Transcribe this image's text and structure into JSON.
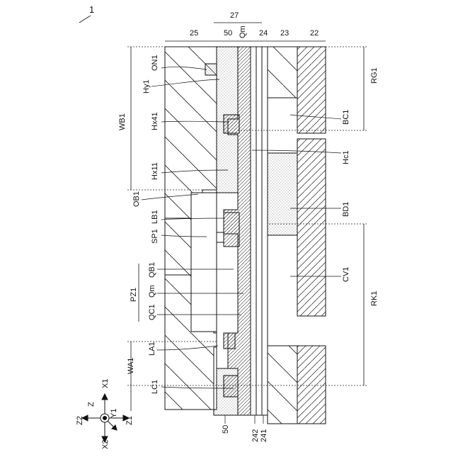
{
  "figure_ref": "1",
  "top_dims": {
    "l25": "25",
    "l27": "27",
    "l50_top": "50",
    "lQm_top": "Qm",
    "l24": "24",
    "l23": "23",
    "l22": "22"
  },
  "left_labels": {
    "ON1": "ON1",
    "Hy1": "Hy1",
    "WB1": "WB1",
    "Hx41": "Hx41",
    "Hx11": "Hx11",
    "OB1": "OB1",
    "LB1": "LB1",
    "SP1": "SP1",
    "QB1": "QB1",
    "PZ1": "PZ1",
    "Qm": "Qm",
    "QC1": "QC1",
    "LA1": "LA1",
    "WA1": "WA1",
    "LC1": "LC1"
  },
  "right_labels": {
    "RG1": "RG1",
    "BC1": "BC1",
    "Hc1": "Hc1",
    "BD1": "BD1",
    "CV1": "CV1",
    "RK1": "RK1"
  },
  "bottom_labels": {
    "l50_bottom": "50",
    "l242": "242",
    "l241": "241"
  },
  "axes": {
    "Z": "Z",
    "Z1": "Z1",
    "Z2": "Z2",
    "X1": "X1",
    "X2": "X2",
    "Y1": "Y1"
  }
}
